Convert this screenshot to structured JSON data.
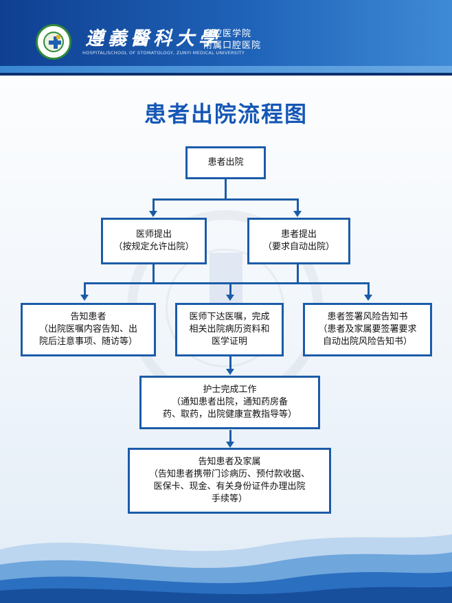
{
  "header": {
    "university_name": "遵義醫科大學",
    "school_line1": "口腔医学院",
    "school_line2": "附属口腔医院",
    "english_name": "HOSPITAL/SCHOOL OF STOMATOLOGY, ZUNYI MEDICAL UNIVERSITY"
  },
  "title": "患者出院流程图",
  "nodes": {
    "start": {
      "line1": "患者出院"
    },
    "doctor_proposed": {
      "line1": "医师提出",
      "line2": "（按规定允许出院）"
    },
    "patient_proposed": {
      "line1": "患者提出",
      "line2": "（要求自动出院）"
    },
    "inform_patient": {
      "line1": "告知患者",
      "line2": "（出院医嘱内容告知、出",
      "line3": "院后注意事项、随访等）"
    },
    "doctor_order": {
      "line1": "医师下达医嘱，完成",
      "line2": "相关出院病历资料和",
      "line3": "医学证明"
    },
    "risk_notice": {
      "line1": "患者签署风险告知书",
      "line2": "（患者及家属要签署要求",
      "line3": "自动出院风险告知书）"
    },
    "nurse_work": {
      "line1": "护士完成工作",
      "line2": "（通知患者出院，通知药房备",
      "line3": "药、取药，出院健康宣教指导等）"
    },
    "inform_family": {
      "line1": "告知患者及家属",
      "line2": "（告知患者携带门诊病历、预付款收据、",
      "line3": "医保卡、现金、有关身份证件办理出院",
      "line4": "手续等）"
    }
  },
  "colors": {
    "header_dark": "#0f3f91",
    "header_light": "#3f8ad6",
    "title": "#1557b5",
    "box_border": "#1b5ba8",
    "connector": "#1b5ba8"
  }
}
